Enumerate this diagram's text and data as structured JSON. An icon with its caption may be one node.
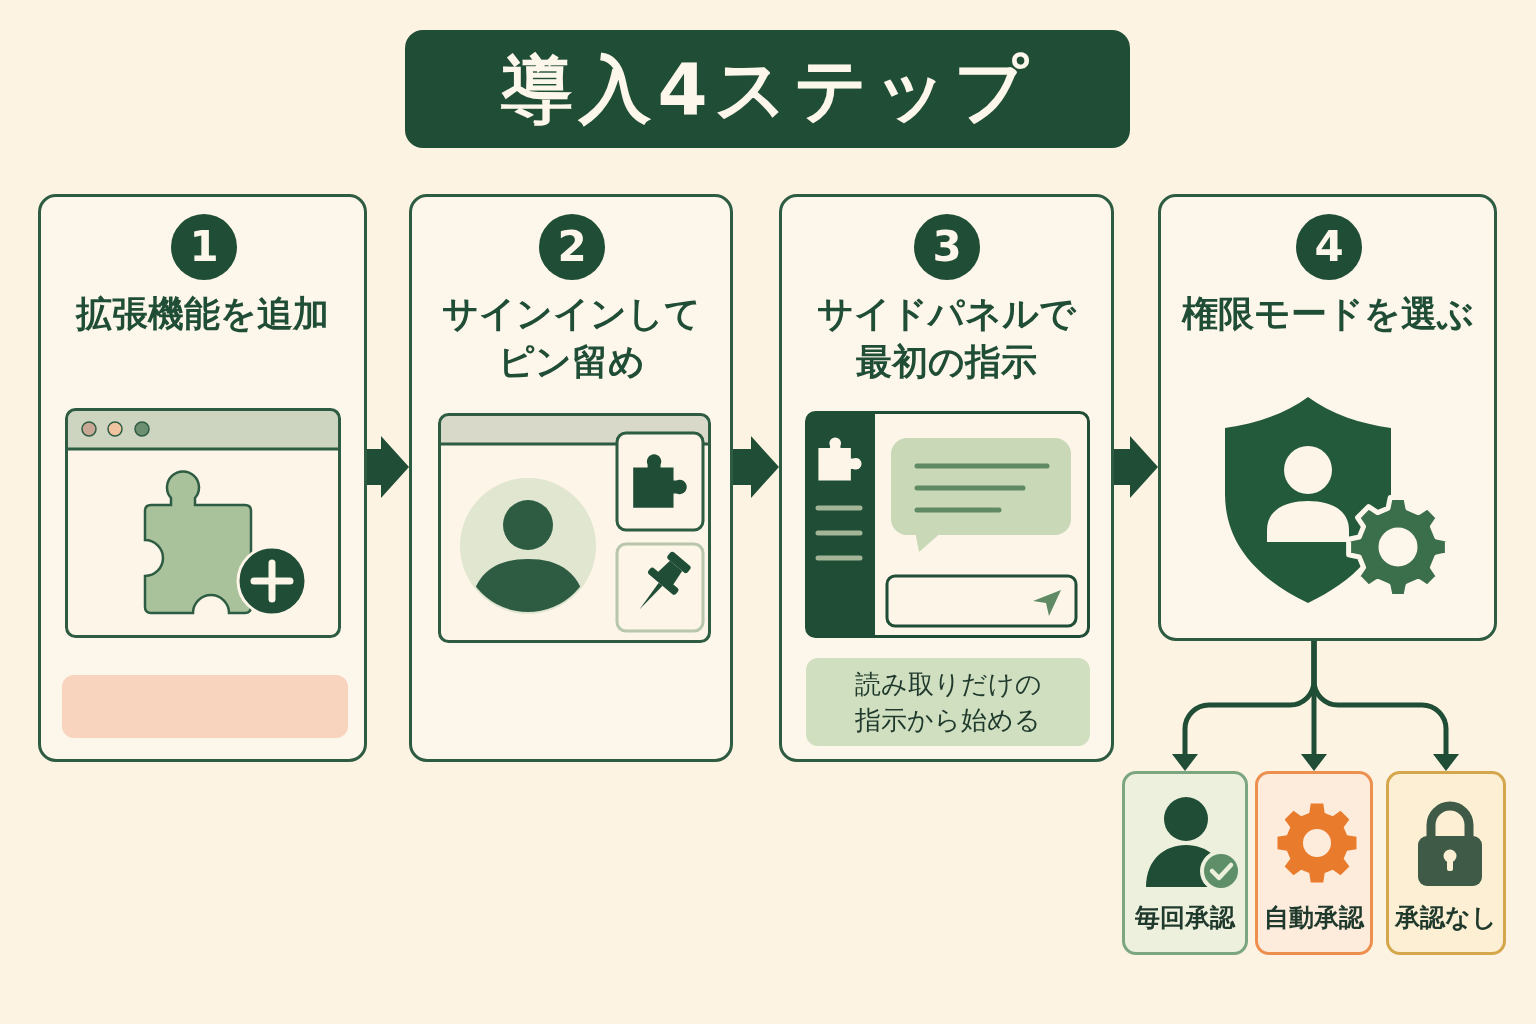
{
  "diagram": {
    "title": "導入4ステップ",
    "nodes": [
      {
        "text": [
          "拡張機能を追加"
        ]
      },
      {
        "text": [
          "1"
        ],
        "in": 0
      },
      {
        "text": [],
        "shape": "box",
        "in": 0
      },
      {
        "text": [
          "サインインしてピン留め"
        ]
      },
      {
        "text": [
          "2"
        ],
        "in": 3
      },
      {
        "text": [
          "サイドパネルで最初の指示"
        ]
      },
      {
        "text": [
          "3"
        ],
        "in": 5
      },
      {
        "text": [
          "読み取りだけの指示から始める"
        ],
        "in": 5
      },
      {
        "text": [
          "権限モードを選ぶ"
        ]
      },
      {
        "text": [
          "4"
        ],
        "in": 8
      },
      {
        "text": [
          "毎回承認"
        ]
      },
      {
        "text": [
          "自動承認"
        ]
      },
      {
        "text": [
          "承認なし"
        ]
      }
    ],
    "edges": [
      {
        "from": 0,
        "to": 3,
        "arrow": "to",
        "style": "thick"
      },
      {
        "from": 3,
        "to": 5,
        "arrow": "to",
        "style": "thick"
      },
      {
        "from": 5,
        "to": 8,
        "arrow": "to",
        "style": "thick"
      },
      {
        "from": 8,
        "to": 10,
        "arrow": "to"
      },
      {
        "from": 8,
        "to": 11,
        "arrow": "to"
      },
      {
        "from": 8,
        "to": 12,
        "arrow": "to"
      }
    ]
  }
}
